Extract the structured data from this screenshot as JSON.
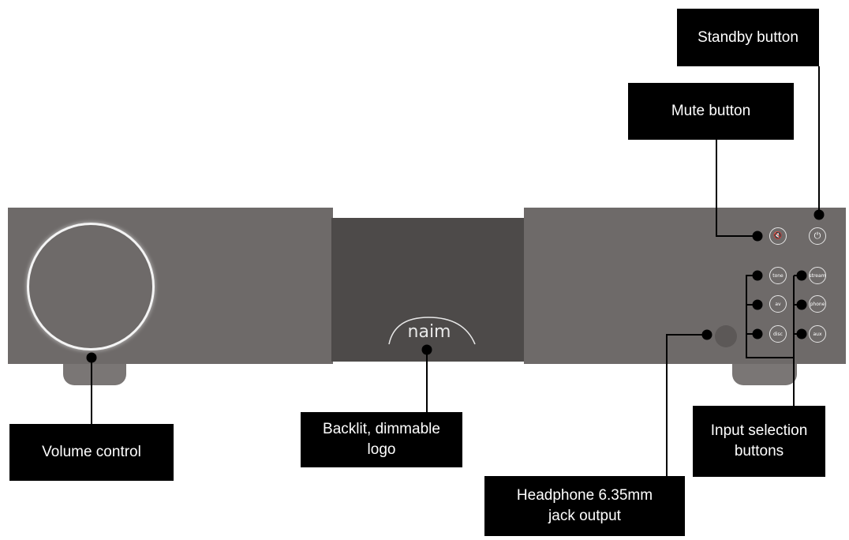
{
  "labels": {
    "standby": "Standby button",
    "mute": "Mute button",
    "volume": "Volume control",
    "logo_line1": "Backlit, dimmable",
    "logo_line2": "logo",
    "input_line1": "Input selection",
    "input_line2": "buttons",
    "headphone_line1": "Headphone 6.35mm",
    "headphone_line2": "jack output"
  },
  "device": {
    "logo_text": "naim",
    "mute_icon": "mute-speaker-icon",
    "standby_icon": "power-icon",
    "input_buttons": [
      "tone",
      "stream",
      "av",
      "phone",
      "disc",
      "aux"
    ]
  },
  "colors": {
    "panel": "#6e6a69",
    "center_panel": "#4d4a49",
    "label_bg": "#000000",
    "label_text": "#ffffff"
  }
}
